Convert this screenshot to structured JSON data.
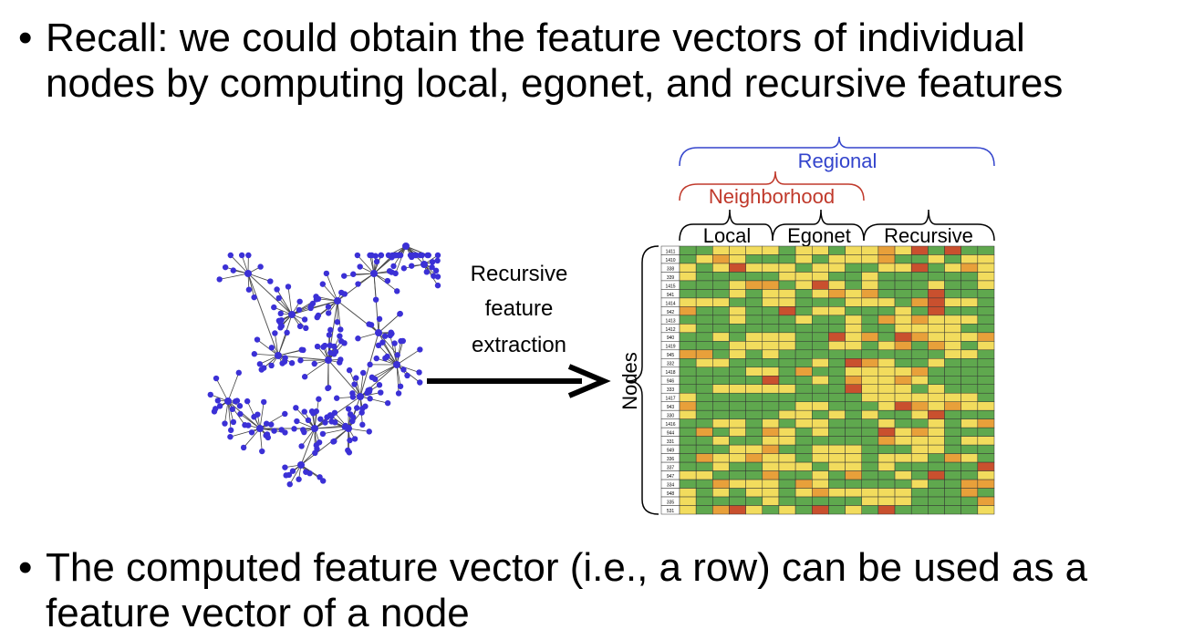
{
  "bullets": [
    {
      "lines": [
        "Recall: we could obtain the feature vectors of individual",
        "nodes by computing local, egonet, and recursive features"
      ]
    },
    {
      "lines": [
        "The computed feature vector (i.e., a row) can be used as a",
        "feature vector of a node"
      ]
    }
  ],
  "bullet_symbol": "•",
  "figure": {
    "arrow_label_lines": [
      "Recursive",
      "feature",
      "extraction"
    ],
    "brace_labels": {
      "regional": "Regional",
      "neighborhood": "Neighborhood",
      "local": "Local",
      "egonet": "Egonet",
      "recursive": "Recursive"
    },
    "nodes_label": "Nodes",
    "row_ids": [
      "1411",
      "1410",
      "338",
      "339",
      "1415",
      "941",
      "1414",
      "942",
      "1413",
      "1412",
      "940",
      "1419",
      "945",
      "332",
      "1418",
      "946",
      "333",
      "1417",
      "943",
      "330",
      "1416",
      "944",
      "331",
      "949",
      "336",
      "337",
      "947",
      "334",
      "948",
      "335",
      "531"
    ],
    "colors": {
      "green": "#5fa84e",
      "yellow": "#f2dc5d",
      "orange": "#e8a03a",
      "red": "#c9502e",
      "regional": "#3344cc",
      "neighborhood": "#c0392b",
      "graph_nodes": "#3b30d6"
    }
  }
}
